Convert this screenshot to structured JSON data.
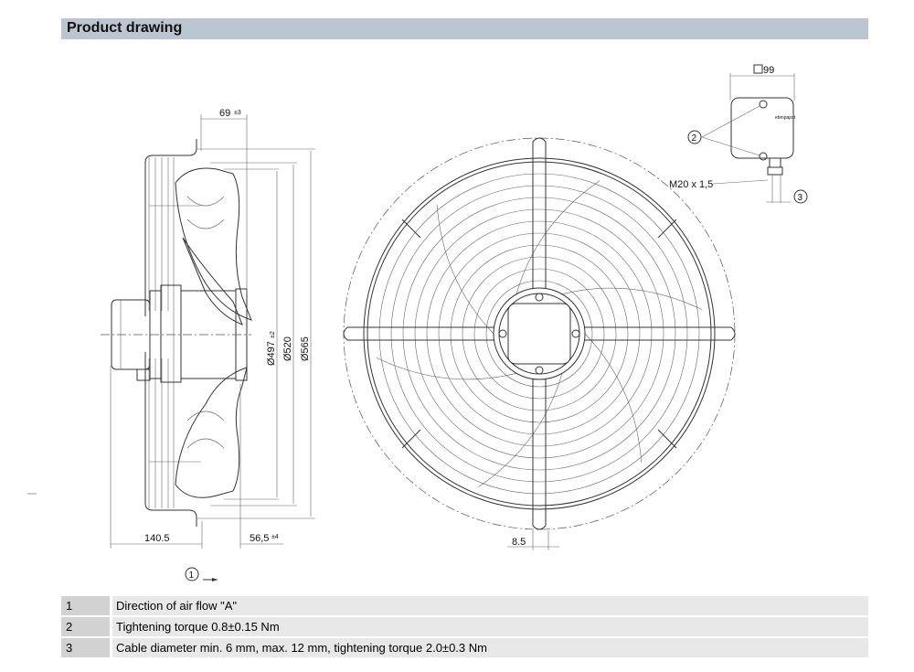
{
  "header": {
    "title": "Product drawing"
  },
  "drawing": {
    "side_view": {
      "dim_top": "69",
      "dim_top_tol": "±3",
      "dim_d1": "Ø497",
      "dim_d1_tol": "±2",
      "dim_d2": "Ø520",
      "dim_d3": "Ø565",
      "dim_left": "140.5",
      "dim_right": "56,5",
      "dim_right_tol": "±4",
      "callout_1": "1"
    },
    "front_view": {
      "dim_bottom": "8.5"
    },
    "terminal_box": {
      "dim_square": "99",
      "thread": "M20 x 1,5",
      "callout_2": "2",
      "callout_3": "3",
      "logo": "ebmpapst"
    }
  },
  "legend": [
    {
      "num": "1",
      "text": "Direction of air flow \"A\""
    },
    {
      "num": "2",
      "text": "Tightening torque 0.8±0.15 Nm"
    },
    {
      "num": "3",
      "text": "Cable diameter min. 6 mm, max. 12 mm, tightening torque 2.0±0.3 Nm"
    }
  ]
}
